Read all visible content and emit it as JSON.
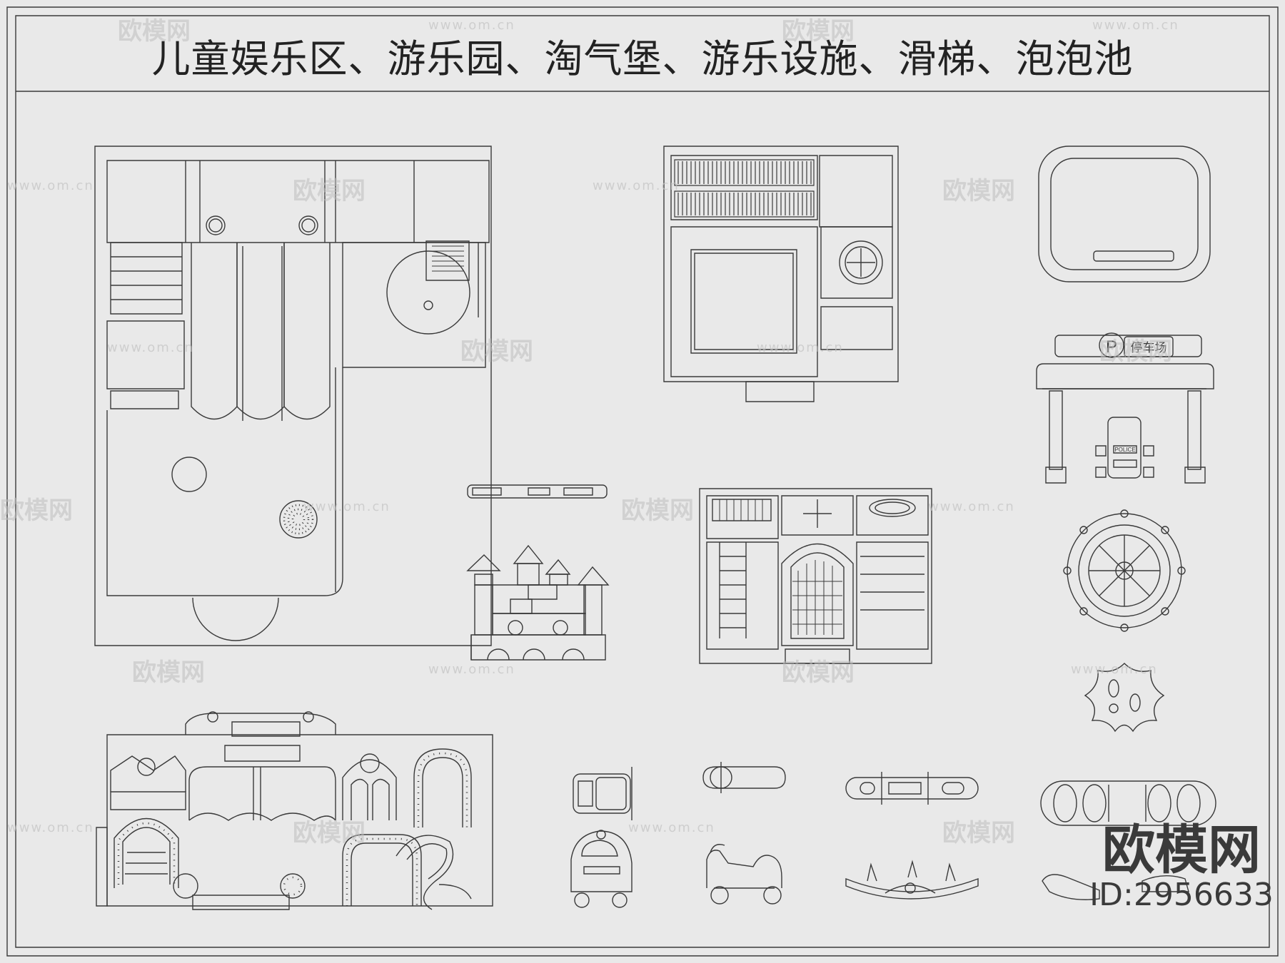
{
  "title": "儿童娱乐区、游乐园、淘气堡、游乐设施、滑梯、泡泡池",
  "brand": {
    "name": "欧模网",
    "id": "ID:2956633"
  },
  "watermark": {
    "text": "欧模网",
    "url": "www.om.cn"
  },
  "sign": {
    "parking_letter": "P",
    "parking_text": "停车场",
    "police_text": "POLICE"
  },
  "colors": {
    "background": "#e9e9e9",
    "line": "#3a3a3a",
    "watermark": "#bdbdbd"
  }
}
